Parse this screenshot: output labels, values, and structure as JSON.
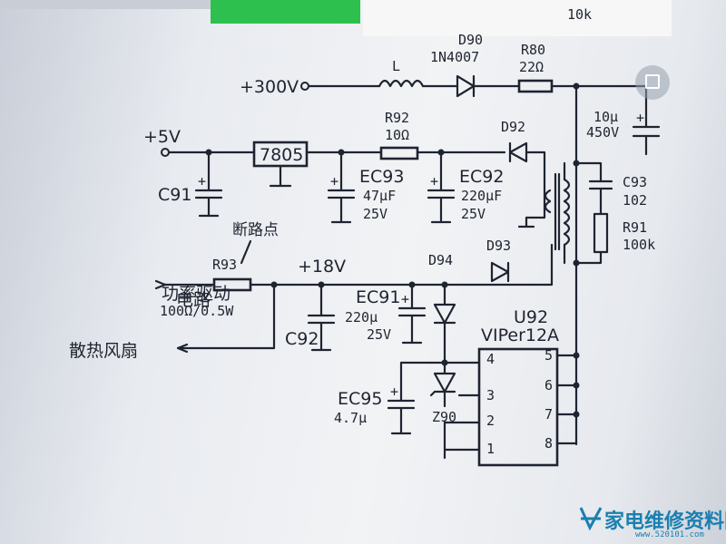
{
  "header_fragment": "10k",
  "supplies": {
    "hv": "+300V",
    "v5": "+5V",
    "v18": "+18V"
  },
  "parts": {
    "L": "L",
    "D90_ref": "D90",
    "D90_val": "1N4007",
    "R80_ref": "R80",
    "R80_val": "22Ω",
    "C_top_val1": "10μ",
    "C_top_val2": "450V",
    "reg": "7805",
    "R92_ref": "R92",
    "R92_val": "10Ω",
    "D92": "D92",
    "C91": "C91",
    "EC93_ref": "EC93",
    "EC93_v1": "47μF",
    "EC93_v2": "25V",
    "EC92_ref": "EC92",
    "EC92_v1": "220μF",
    "EC92_v2": "25V",
    "C93_ref": "C93",
    "C93_val": "102",
    "R91_ref": "R91",
    "R91_val": "100k",
    "break_point": "断路点",
    "R93_ref": "R93",
    "R93_val": "100Ω/0.5W",
    "D94": "D94",
    "D93": "D93",
    "EC91_ref": "EC91",
    "EC91_v1": "220μ",
    "EC91_v2": "25V",
    "C92": "C92",
    "U92_ref": "U92",
    "U92_val": "VIPer12A",
    "EC95_ref": "EC95",
    "EC95_val": "4.7μ",
    "Z90": "Z90",
    "pins": [
      "4",
      "3",
      "2",
      "1",
      "5",
      "6",
      "7",
      "8"
    ]
  },
  "outputs": {
    "power_drive_1": "功率驱动",
    "power_drive_2": "电路",
    "fan": "散热风扇"
  },
  "watermark": {
    "main": "家电维修资料网",
    "sub": "www.520101.com"
  }
}
